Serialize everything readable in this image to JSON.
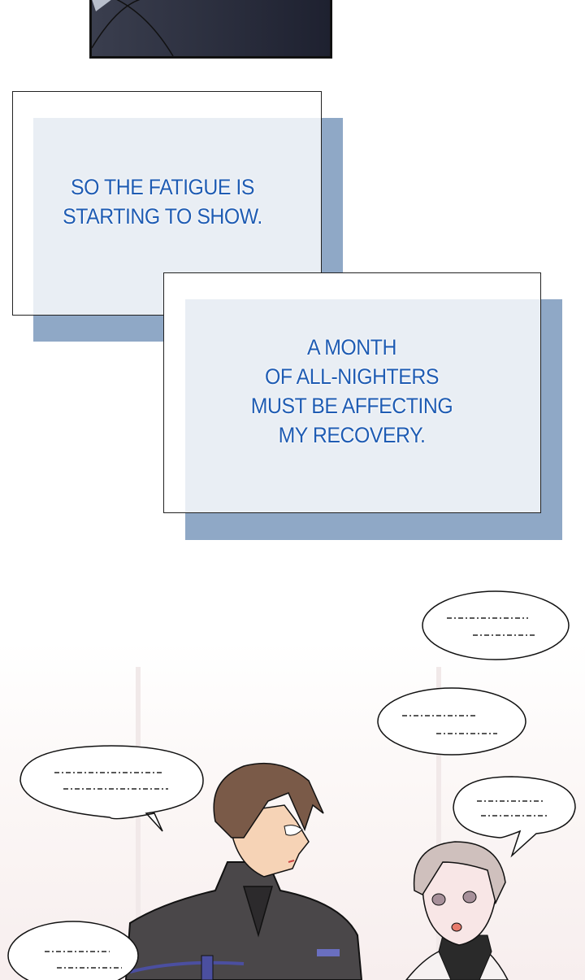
{
  "narration": {
    "box1_lines": [
      "SO THE FATIGUE IS",
      "STARTING TO SHOW."
    ],
    "box2_lines": [
      "A MONTH",
      "OF ALL-NIGHTERS",
      "MUST BE AFFECTING",
      "MY RECOVERY."
    ]
  },
  "colors": {
    "narration_text": "#1f5cb3",
    "box_fill": "#e9eef4",
    "box_shadow": "#8fa8c6"
  }
}
